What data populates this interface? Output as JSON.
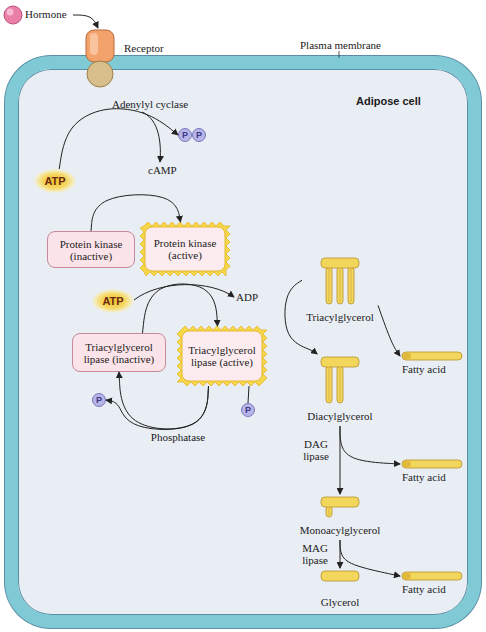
{
  "diagram": {
    "nodes": [
      {
        "text": [
          "Hormone"
        ]
      },
      {
        "text": [
          "Receptor"
        ]
      },
      {
        "text": [
          "Adenylyl cyclase"
        ]
      },
      {
        "text": [
          "Adipose cell"
        ]
      },
      {
        "text": [
          "ATP"
        ],
        "in": 3
      },
      {
        "text": [
          "P"
        ],
        "in": 3
      },
      {
        "text": [
          "P"
        ],
        "in": 3
      },
      {
        "text": [
          "Protein kinase (inactive)"
        ],
        "in": 3
      },
      {
        "text": [
          "Protein kinase (active)"
        ],
        "in": 3
      },
      {
        "text": [
          "ATP"
        ],
        "in": 3
      },
      {
        "text": [
          "Triacylglycerol lipase (inactive)"
        ],
        "in": 3
      },
      {
        "text": [
          "Triacylglycerol lipase (active)"
        ],
        "in": 3
      },
      {
        "text": [
          "P"
        ],
        "in": 3
      },
      {
        "text": [
          "P"
        ],
        "in": 3
      },
      {
        "text": [
          "Triacylglycerol"
        ],
        "in": 3
      },
      {
        "text": [
          "Fatty acid"
        ],
        "in": 3
      },
      {
        "text": [
          "Diacylglycerol"
        ],
        "in": 3
      },
      {
        "text": [
          "Fatty acid"
        ],
        "in": 3
      },
      {
        "text": [
          "Monoacylglycerol"
        ],
        "in": 3
      },
      {
        "text": [
          "Fatty acid"
        ],
        "in": 3
      },
      {
        "text": [
          "Glycerol"
        ],
        "in": 3
      }
    ],
    "edges": [
      {
        "from": 0,
        "to": 1,
        "arrow": "to"
      },
      {
        "from": 4,
        "to": 5,
        "arrow": "to"
      },
      {
        "from": 7,
        "to": 8,
        "arrow": "to"
      },
      {
        "from": 10,
        "to": 11,
        "arrow": "to"
      },
      {
        "from": 11,
        "to": 10,
        "label": "Phosphatase",
        "arrow": "to"
      },
      {
        "from": 11,
        "to": 12,
        "arrow": "to"
      },
      {
        "from": 11,
        "to": 13,
        "arrow": "none"
      },
      {
        "from": 14,
        "to": 16,
        "arrow": "to"
      },
      {
        "from": 14,
        "to": 15,
        "arrow": "to"
      },
      {
        "from": 16,
        "to": 18,
        "label": "DAG lipase",
        "arrow": "to"
      },
      {
        "from": 16,
        "to": 17,
        "arrow": "to"
      },
      {
        "from": 18,
        "to": 20,
        "label": "MAG lipase",
        "arrow": "to"
      },
      {
        "from": 18,
        "to": 19,
        "arrow": "to"
      }
    ],
    "labels": [
      "Plasma membrane",
      "cAMP",
      "ADP"
    ]
  }
}
